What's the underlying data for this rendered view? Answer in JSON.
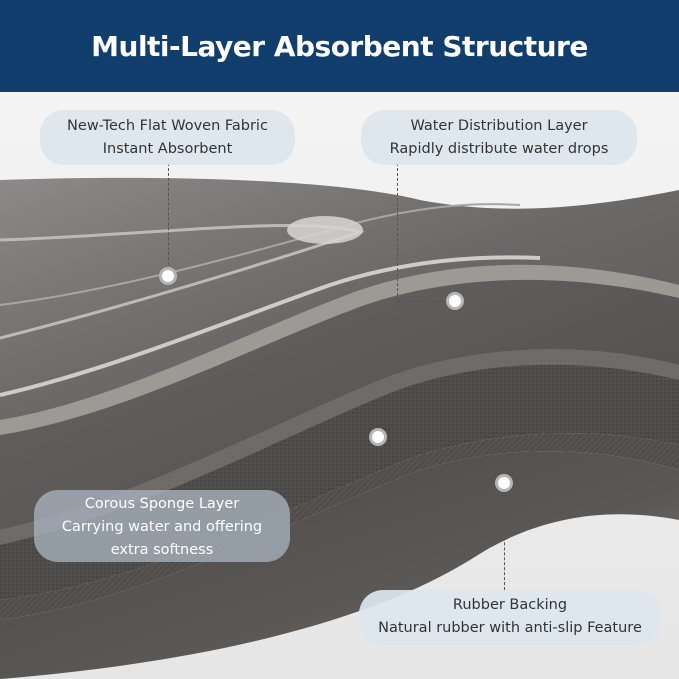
{
  "header": {
    "title": "Multi-Layer Absorbent Structure"
  },
  "labels": {
    "fabric": {
      "line1": "New-Tech Flat Woven Fabric",
      "line2": "Instant Absorbent"
    },
    "water": {
      "line1": "Water Distribution Layer",
      "line2": "Rapidly distribute water drops"
    },
    "sponge": {
      "line1": "Corous Sponge Layer",
      "line2": "Carrying water and offering",
      "line3": "extra softness"
    },
    "rubber": {
      "line1": "Rubber Backing",
      "line2": "Natural rubber with anti-slip Feature"
    }
  },
  "colors": {
    "header_bg": "#123e6d",
    "header_text": "#ffffff"
  }
}
